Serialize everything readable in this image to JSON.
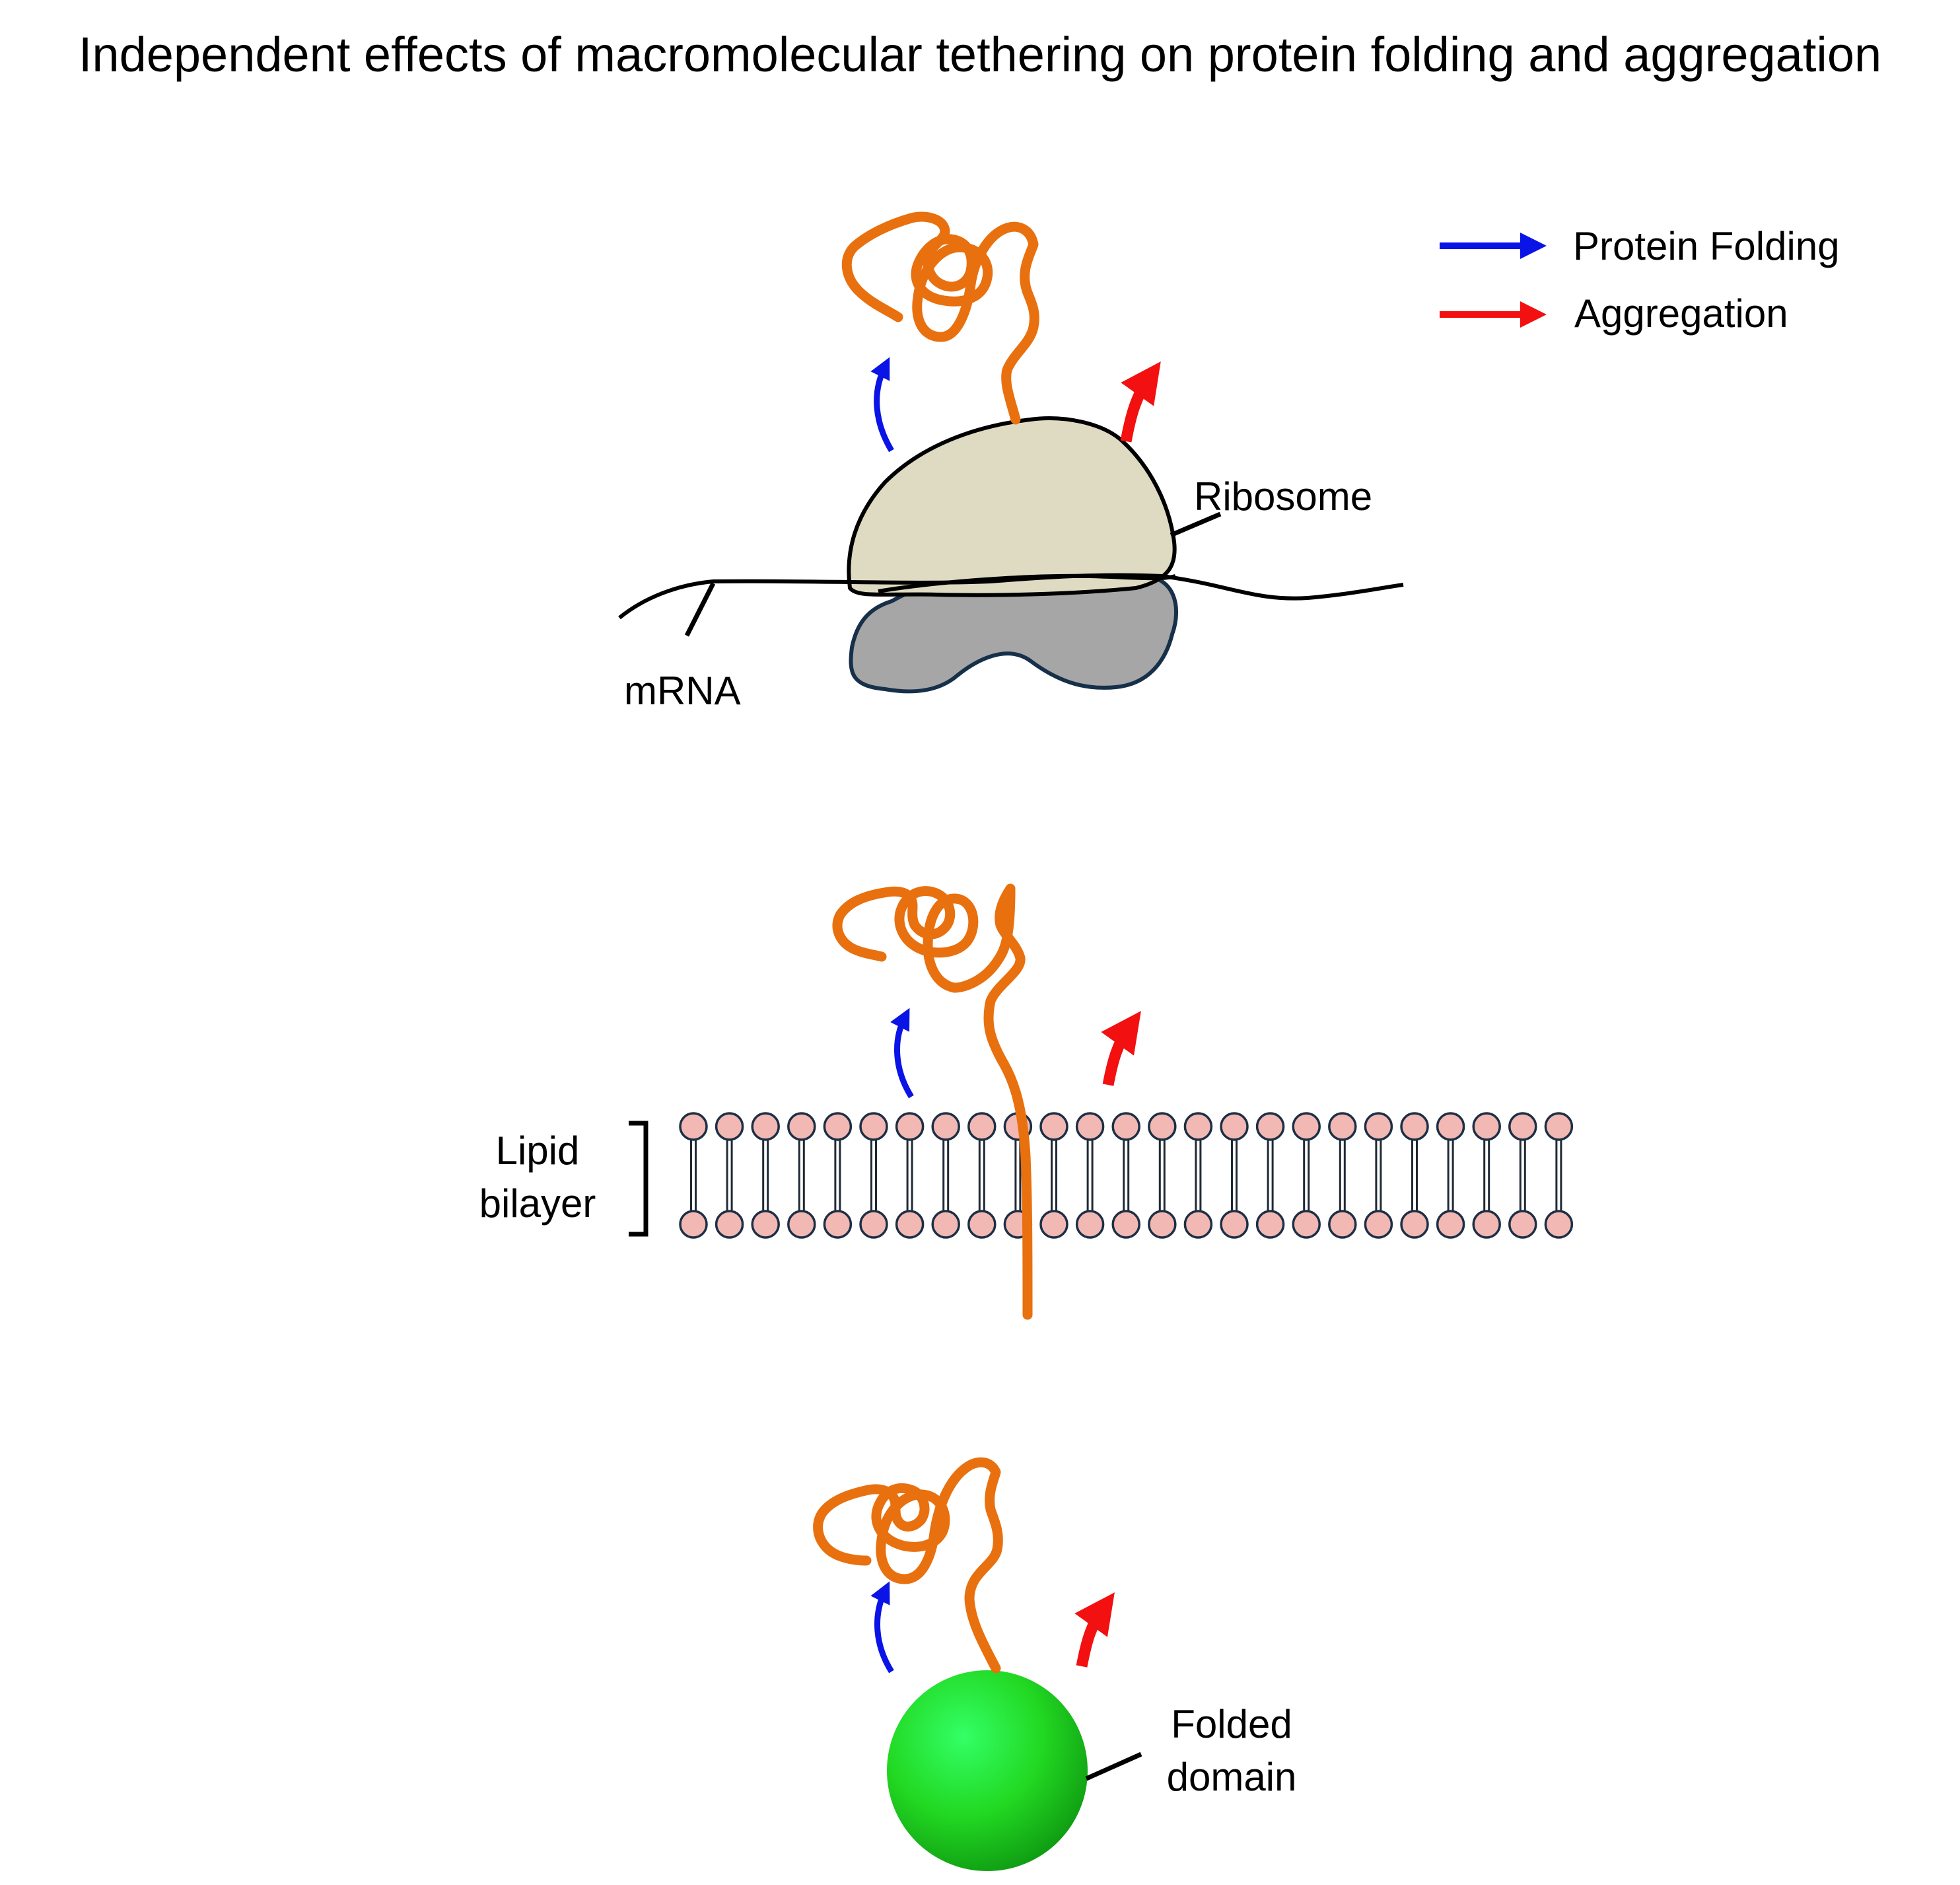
{
  "title": "Independent effects of macromolecular tethering on protein folding and aggregation",
  "legend": {
    "items": [
      {
        "key": "folding",
        "label": "Protein Folding",
        "color": "#0a14e6"
      },
      {
        "key": "aggregation",
        "label": "Aggregation",
        "color": "#f21010"
      }
    ]
  },
  "panels": {
    "ribosome": {
      "ribosome_label": "Ribosome",
      "mrna_label": "mRNA"
    },
    "membrane": {
      "label_line1": "Lipid",
      "label_line2": "bilayer"
    },
    "domain": {
      "label_line1": "Folded",
      "label_line2": "domain"
    }
  },
  "colors": {
    "protein_chain": "#e8700e",
    "ribosome_large_subunit": "#dfdbc3",
    "ribosome_small_subunit": "#a6a6a6",
    "ribosome_small_outline": "#17304a",
    "lipid_head": "#f2b8b4",
    "lipid_outline": "#1c2f45",
    "folded_domain": "#22d822"
  }
}
